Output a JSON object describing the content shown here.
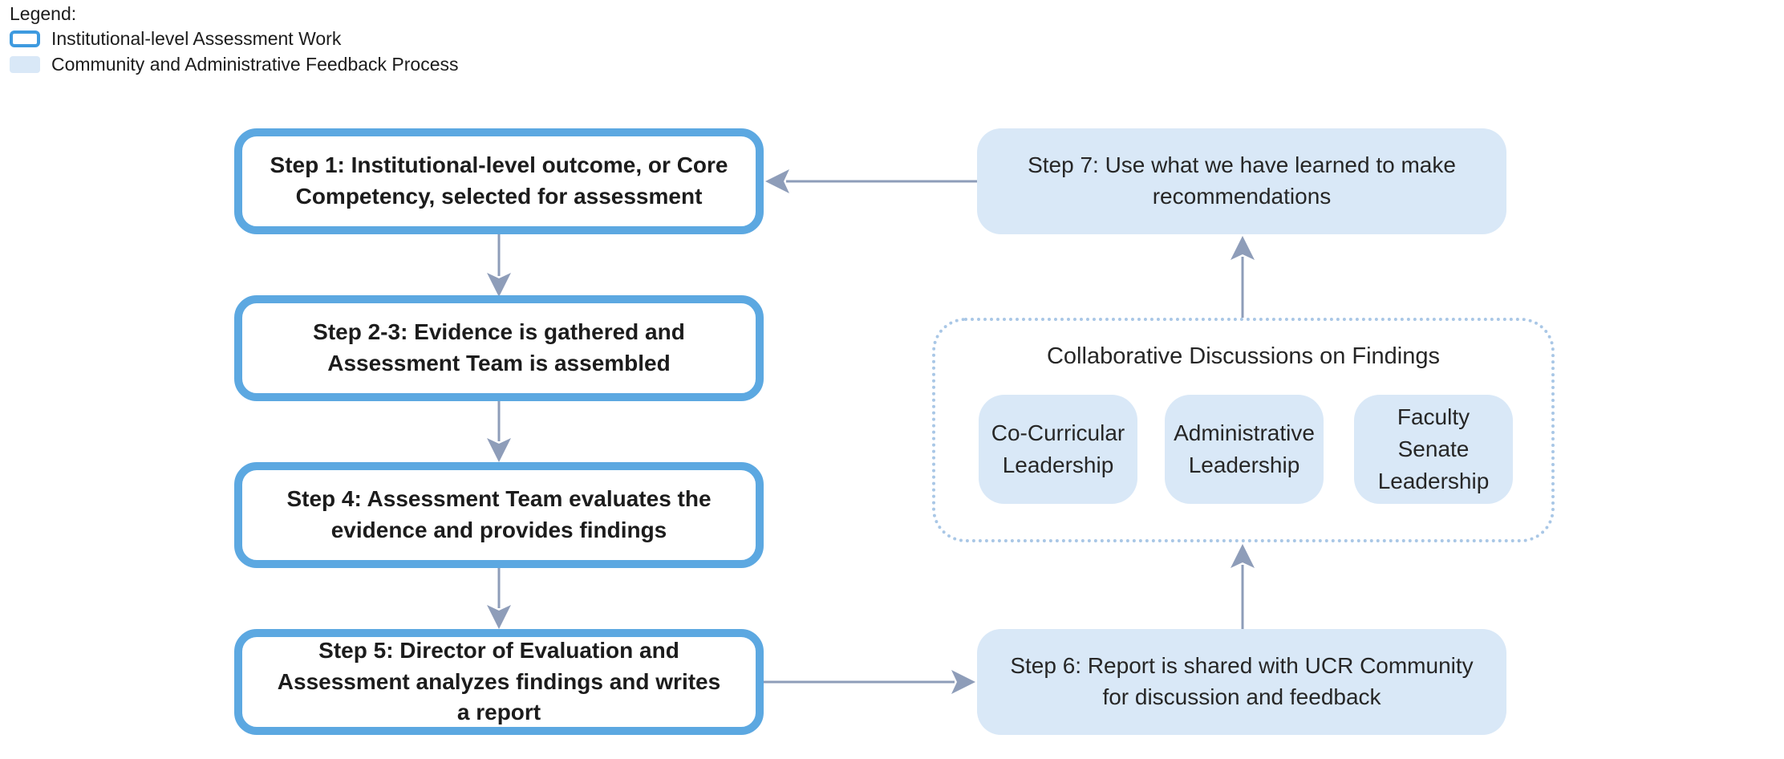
{
  "legend": {
    "title": "Legend:",
    "items": [
      {
        "swatch": "outlined-blue-box",
        "label": "Institutional-level Assessment Work"
      },
      {
        "swatch": "filled-lightblue-box",
        "label": "Community and Administrative Feedback Process"
      }
    ]
  },
  "nodes": {
    "step1": {
      "label": "Step 1: Institutional-level outcome, or Core Competency, selected for assessment",
      "category": "institutional"
    },
    "step23": {
      "label": "Step 2-3: Evidence is gathered and Assessment Team is assembled",
      "category": "institutional"
    },
    "step4": {
      "label": "Step 4: Assessment Team evaluates the evidence and provides findings",
      "category": "institutional"
    },
    "step5": {
      "label": "Step 5: Director of Evaluation and Assessment analyzes findings and writes a report",
      "category": "institutional"
    },
    "step6": {
      "label": "Step 6: Report is shared with UCR Community for discussion and feedback",
      "category": "feedback"
    },
    "step7": {
      "label": "Step 7: Use what we have learned to make recommendations",
      "category": "feedback"
    },
    "group": {
      "title": "Collaborative Discussions on Findings",
      "category": "feedback",
      "members": [
        "Co-Curricular Leadership",
        "Administrative Leadership",
        "Faculty Senate Leadership"
      ]
    }
  },
  "edges": [
    {
      "from": "step1",
      "to": "step23",
      "type": "arrow"
    },
    {
      "from": "step23",
      "to": "step4",
      "type": "arrow"
    },
    {
      "from": "step4",
      "to": "step5",
      "type": "arrow"
    },
    {
      "from": "step5",
      "to": "step6",
      "type": "arrow"
    },
    {
      "from": "step6",
      "to": "collaborative-discussions-group",
      "type": "arrow"
    },
    {
      "from": "collaborative-discussions-group",
      "to": "step7",
      "type": "arrow"
    },
    {
      "from": "step7",
      "to": "step1",
      "type": "arrow"
    },
    {
      "from": "co-curricular-leadership",
      "to": "administrative-leadership",
      "type": "link"
    },
    {
      "from": "administrative-leadership",
      "to": "faculty-senate-leadership",
      "type": "link"
    }
  ],
  "colors": {
    "institutional_border": "#5CA8E1",
    "legend_outline": "#3E9ADF",
    "feedback_fill": "#D9E8F7",
    "arrow": "#8E9DB9",
    "group_dotted_border": "#A9C7E6",
    "text_dark": "#1C1C1C",
    "text_body": "#262626"
  }
}
